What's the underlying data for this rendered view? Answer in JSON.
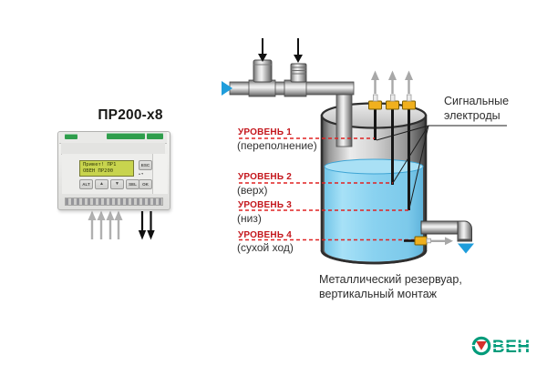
{
  "device": {
    "title": "ПР200-х8",
    "lcd": {
      "line1": "Привет! ПР1",
      "line2": "ОВЕН ПР200"
    },
    "buttons": {
      "esc": "ESC",
      "alt": "ALT",
      "up": "▲",
      "down": "▼",
      "sel": "SEL",
      "ok": "OK"
    }
  },
  "diagram": {
    "signal_electrodes_label": {
      "line1": "Сигнальные",
      "line2": "электроды"
    },
    "levels": [
      {
        "name": "УРОВЕНЬ 1",
        "desc": "(переполнение)"
      },
      {
        "name": "УРОВЕНЬ 2",
        "desc": "(верх)"
      },
      {
        "name": "УРОВЕНЬ 3",
        "desc": "(низ)"
      },
      {
        "name": "УРОВЕНЬ 4",
        "desc": "(сухой ход)"
      }
    ],
    "caption": {
      "line1": "Металлический резервуар,",
      "line2": "вертикальный монтаж"
    }
  },
  "logo": {
    "brand": "ОВЕН",
    "letters": "ВЕН"
  },
  "colors": {
    "level_red": "#c4161c",
    "dash_red": "#e02222",
    "flow_blue": "#1f9ddb",
    "water_blue": "#93d8f2",
    "electrode_yellow": "#f0b01e",
    "logo_green": "#009b7a",
    "logo_red": "#d6302c"
  }
}
